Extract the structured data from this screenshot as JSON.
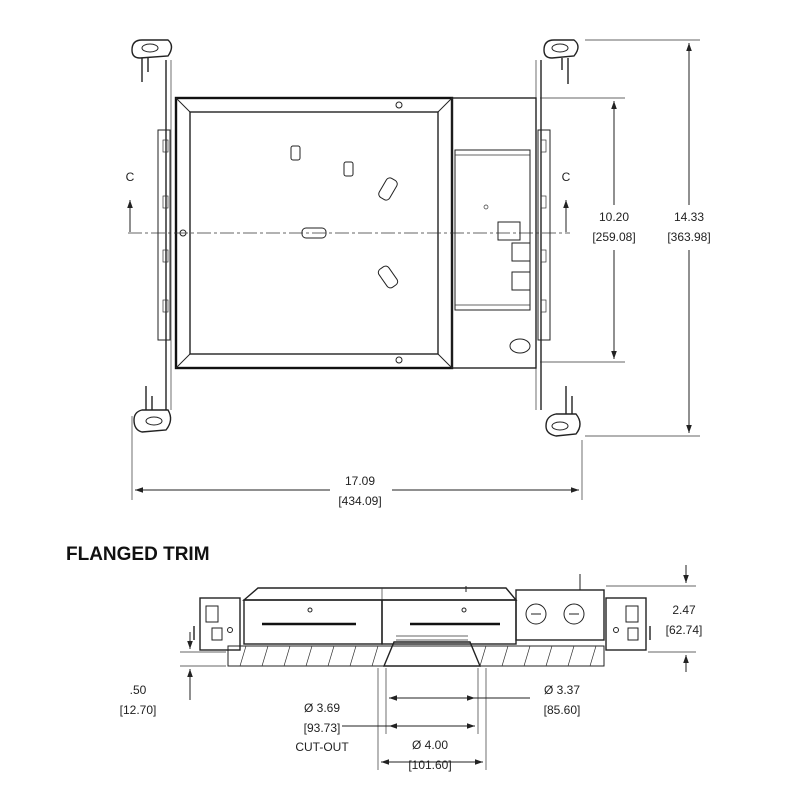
{
  "section_marks": {
    "left": "C",
    "right": "C"
  },
  "dimensions": {
    "width": {
      "inch": "17.09",
      "mm": "[434.09]"
    },
    "inner_height": {
      "inch": "10.20",
      "mm": "[259.08]"
    },
    "overall_height": {
      "inch": "14.33",
      "mm": "[363.98]"
    },
    "side_height": {
      "inch": "2.47",
      "mm": "[62.74]"
    },
    "flange": {
      "inch": ".50",
      "mm": "[12.70]"
    },
    "cutout": {
      "inch": "Ø 3.69",
      "mm": "[93.73]",
      "note": "CUT-OUT"
    },
    "aperture": {
      "inch": "Ø 3.37",
      "mm": "[85.60]"
    },
    "trim_outer": {
      "inch": "Ø 4.00",
      "mm": "[101.60]"
    }
  },
  "section_title": "FLANGED TRIM"
}
